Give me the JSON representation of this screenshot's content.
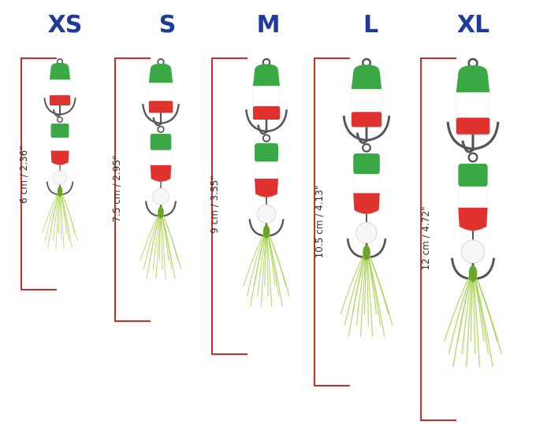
{
  "sizes": [
    {
      "label": "XS",
      "dimension": "6 cm / 2.36\""
    },
    {
      "label": "S",
      "dimension": "7.5 cm / 2.95\""
    },
    {
      "label": "M",
      "dimension": "9 cm / 3.55\""
    },
    {
      "label": "L",
      "dimension": "10.5 cm / 4.13\""
    },
    {
      "label": "XL",
      "dimension": "12 cm / 4.72\""
    }
  ],
  "colors": {
    "label": "#1f3a9a",
    "bracket": "#c9302c",
    "foam_green": "#3aa845",
    "foam_white": "#ffffff",
    "foam_red": "#e0322e",
    "hook": "#555555",
    "fly": "#9ccc3c"
  }
}
